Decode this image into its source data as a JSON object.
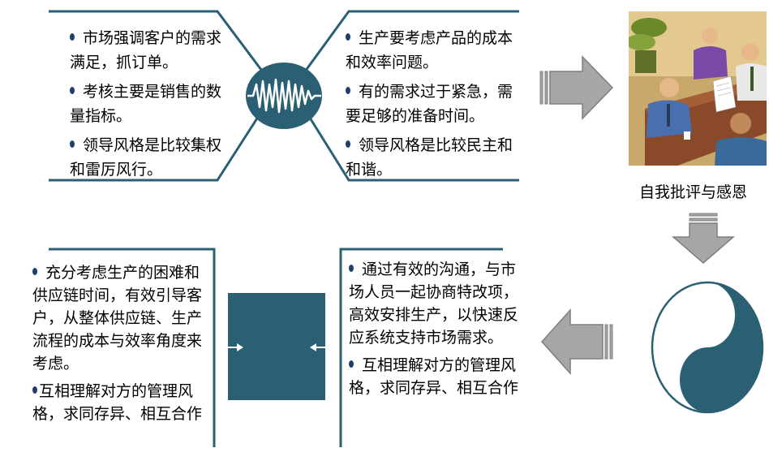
{
  "colors": {
    "teal": "#2b5f73",
    "line": "#2b5f73",
    "arrow_fill": "#a6a6a6",
    "arrow_stroke": "#7f7f7f",
    "bullet": "#1f3f6a"
  },
  "top_left": {
    "items": [
      "市场强调客户的需求满足，抓订单。",
      "考核主要是销售的数量指标。",
      "领导风格是比较集权和雷厉风行。"
    ]
  },
  "top_right": {
    "items": [
      "生产要考虑产品的成本和效率问题。",
      "有的需求过于紧急，需要足够的准备时间。",
      "领导风格是比较民主和和谐。"
    ]
  },
  "bottom_left": {
    "items": [
      "充分考虑生产的困难和供应链时间，有效引导客户，从整体供应链、生产流程的成本与效率角度来考虑。",
      "互相理解对方的管理风格，求同存异、相互合作"
    ]
  },
  "bottom_right": {
    "items": [
      "通过有效的沟通，与市场人员一起协商特改项，高效安排生产，以快速反应系统支持市场需求。",
      "互相理解对方的管理风格，求同存异、相互合作"
    ]
  },
  "caption": "自我批评与感恩",
  "icons": {
    "conflict": "zigzag-conflict-icon",
    "photo": "business-meeting-clipart",
    "yinyang": "yin-yang-icon"
  }
}
